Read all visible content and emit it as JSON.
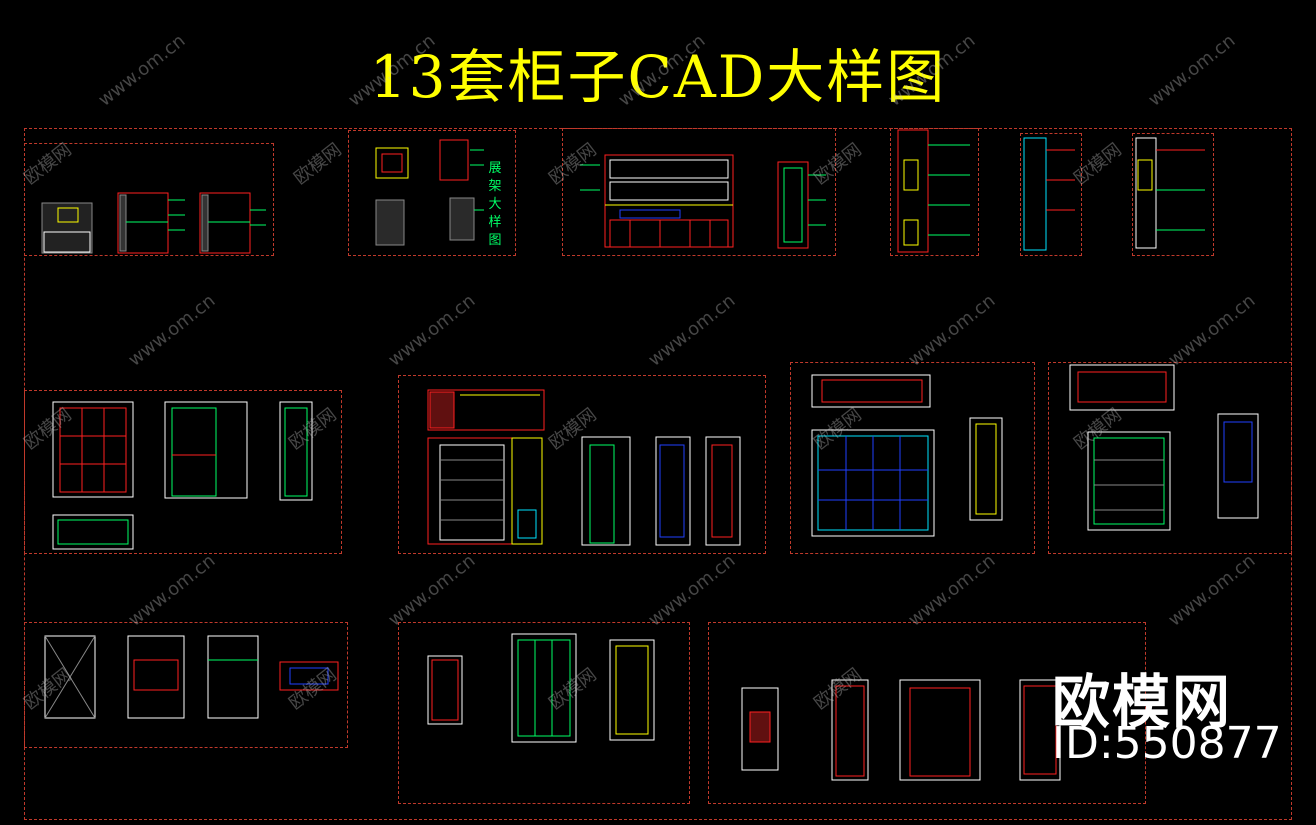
{
  "title": "13套柜子CAD大样图",
  "brand": {
    "name": "欧模网",
    "id_label": "ID:550877"
  },
  "watermark": {
    "url_text": "www.om.cn",
    "site_text": "欧模网"
  },
  "drawing_note": "展架大样图",
  "colors": {
    "background": "#000000",
    "title": "#ffff00",
    "frame": "#c0392b",
    "accent_green": "#00ff66",
    "accent_red": "#ff2020",
    "accent_blue": "#2040ff",
    "accent_yellow": "#ffff00",
    "accent_cyan": "#00e5ff"
  }
}
